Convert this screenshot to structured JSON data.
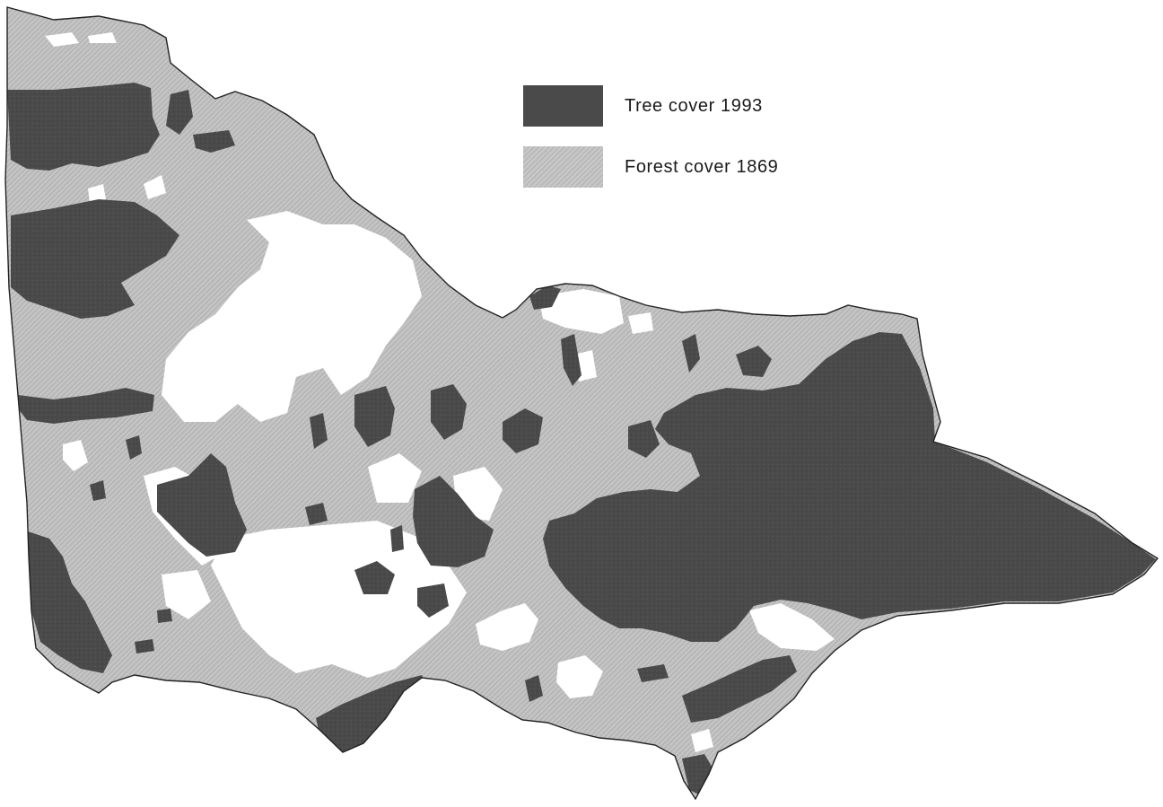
{
  "colors": {
    "tree_cover": "#4a4a4a",
    "forest_cover": "#c1c1c1",
    "cleared": "#ffffff",
    "outline": "#222222"
  },
  "legend": {
    "items": [
      {
        "label": "Tree cover 1993",
        "swatch": "tree_cover"
      },
      {
        "label": "Forest cover 1869",
        "swatch": "forest_cover"
      }
    ]
  }
}
